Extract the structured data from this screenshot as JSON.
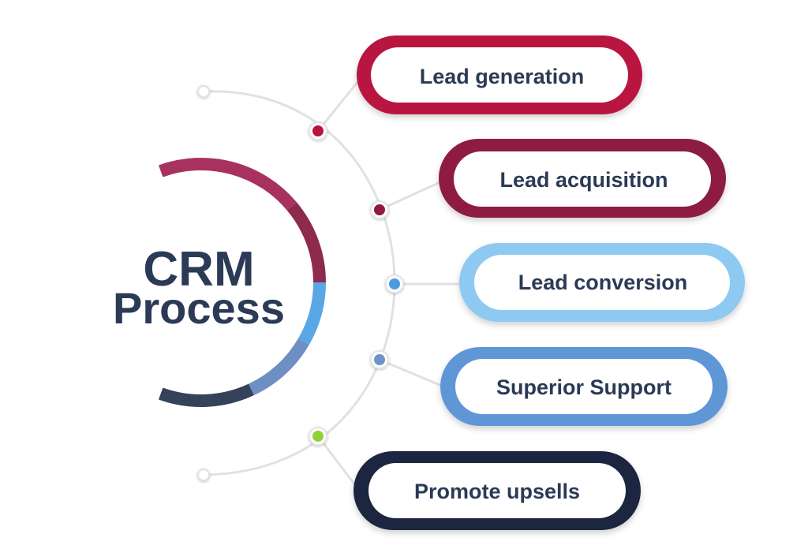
{
  "title": {
    "line1": "CRM",
    "line2": "Process"
  },
  "steps": [
    {
      "label": "Lead generation",
      "color": "#b8123f",
      "dot": "#b8123f"
    },
    {
      "label": "Lead acquisition",
      "color": "#8e1a43",
      "dot": "#8e1a43"
    },
    {
      "label": "Lead conversion",
      "color": "#8ec9f2",
      "dot": "#4b9be0"
    },
    {
      "label": "Superior Support",
      "color": "#5f96d6",
      "dot": "#6f93c7"
    },
    {
      "label": "Promote upsells",
      "color": "#1a2540",
      "dot": "#8fd13a"
    }
  ],
  "ring_colors": [
    "#a8325f",
    "#8e2a4e",
    "#5aa7e6",
    "#6d8fc4",
    "#34425c"
  ],
  "text_color": "#2b3a55"
}
